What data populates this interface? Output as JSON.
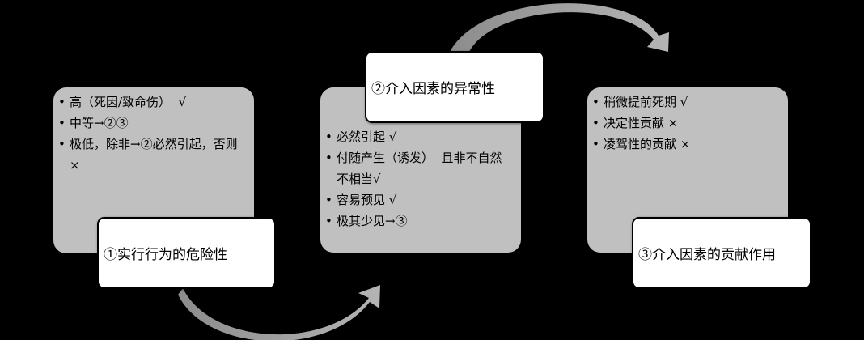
{
  "colors": {
    "background": "#000000",
    "panel": "#c0c0c0",
    "label_box": "#ffffff",
    "connector_arrow": "#a6a6a6"
  },
  "steps": [
    {
      "title": "①实行行为的危险性",
      "items": [
        "高（死因/致命伤）  √",
        "中等→②③",
        "极低，除非→②必然引起，否则 ×"
      ]
    },
    {
      "title": "②介入因素的异常性",
      "items": [
        "必然引起 √",
        "付随产生（诱发）  且非不自然不相当√",
        "容易预见 √",
        "极其少见→③"
      ]
    },
    {
      "title": "③介入因素的贡献作用",
      "items": [
        "稍微提前死期 √",
        "决定性贡献 ×",
        "凌驾性的贡献 ×"
      ]
    }
  ]
}
